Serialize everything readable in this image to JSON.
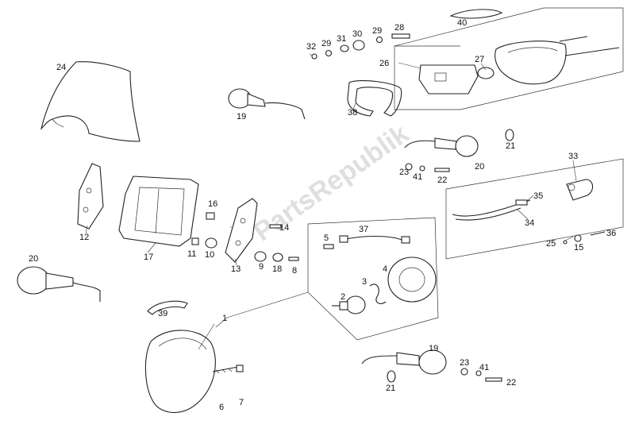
{
  "watermark": "PartsRepublik",
  "callouts": [
    {
      "id": "c40",
      "label": "40"
    },
    {
      "id": "c28",
      "label": "28"
    },
    {
      "id": "c29a",
      "label": "29"
    },
    {
      "id": "c30",
      "label": "30"
    },
    {
      "id": "c31",
      "label": "31"
    },
    {
      "id": "c29b",
      "label": "29"
    },
    {
      "id": "c32",
      "label": "32"
    },
    {
      "id": "c26",
      "label": "26"
    },
    {
      "id": "c27",
      "label": "27"
    },
    {
      "id": "c24",
      "label": "24"
    },
    {
      "id": "c19a",
      "label": "19"
    },
    {
      "id": "c38",
      "label": "38"
    },
    {
      "id": "c21a",
      "label": "21"
    },
    {
      "id": "c20a",
      "label": "20"
    },
    {
      "id": "c23a",
      "label": "23"
    },
    {
      "id": "c41a",
      "label": "41"
    },
    {
      "id": "c22a",
      "label": "22"
    },
    {
      "id": "c33",
      "label": "33"
    },
    {
      "id": "c35",
      "label": "35"
    },
    {
      "id": "c34",
      "label": "34"
    },
    {
      "id": "c36",
      "label": "36"
    },
    {
      "id": "c25",
      "label": "25"
    },
    {
      "id": "c15",
      "label": "15"
    },
    {
      "id": "c16",
      "label": "16"
    },
    {
      "id": "c12",
      "label": "12"
    },
    {
      "id": "c17",
      "label": "17"
    },
    {
      "id": "c11",
      "label": "11"
    },
    {
      "id": "c10",
      "label": "10"
    },
    {
      "id": "c14",
      "label": "14"
    },
    {
      "id": "c37",
      "label": "37"
    },
    {
      "id": "c5",
      "label": "5"
    },
    {
      "id": "c13",
      "label": "13"
    },
    {
      "id": "c9",
      "label": "9"
    },
    {
      "id": "c18",
      "label": "18"
    },
    {
      "id": "c8",
      "label": "8"
    },
    {
      "id": "c20b",
      "label": "20"
    },
    {
      "id": "c3",
      "label": "3"
    },
    {
      "id": "c4",
      "label": "4"
    },
    {
      "id": "c2",
      "label": "2"
    },
    {
      "id": "c39",
      "label": "39"
    },
    {
      "id": "c1",
      "label": "1"
    },
    {
      "id": "c19b",
      "label": "19"
    },
    {
      "id": "c23b",
      "label": "23"
    },
    {
      "id": "c41b",
      "label": "41"
    },
    {
      "id": "c22b",
      "label": "22"
    },
    {
      "id": "c21b",
      "label": "21"
    },
    {
      "id": "c6",
      "label": "6"
    },
    {
      "id": "c7",
      "label": "7"
    }
  ]
}
